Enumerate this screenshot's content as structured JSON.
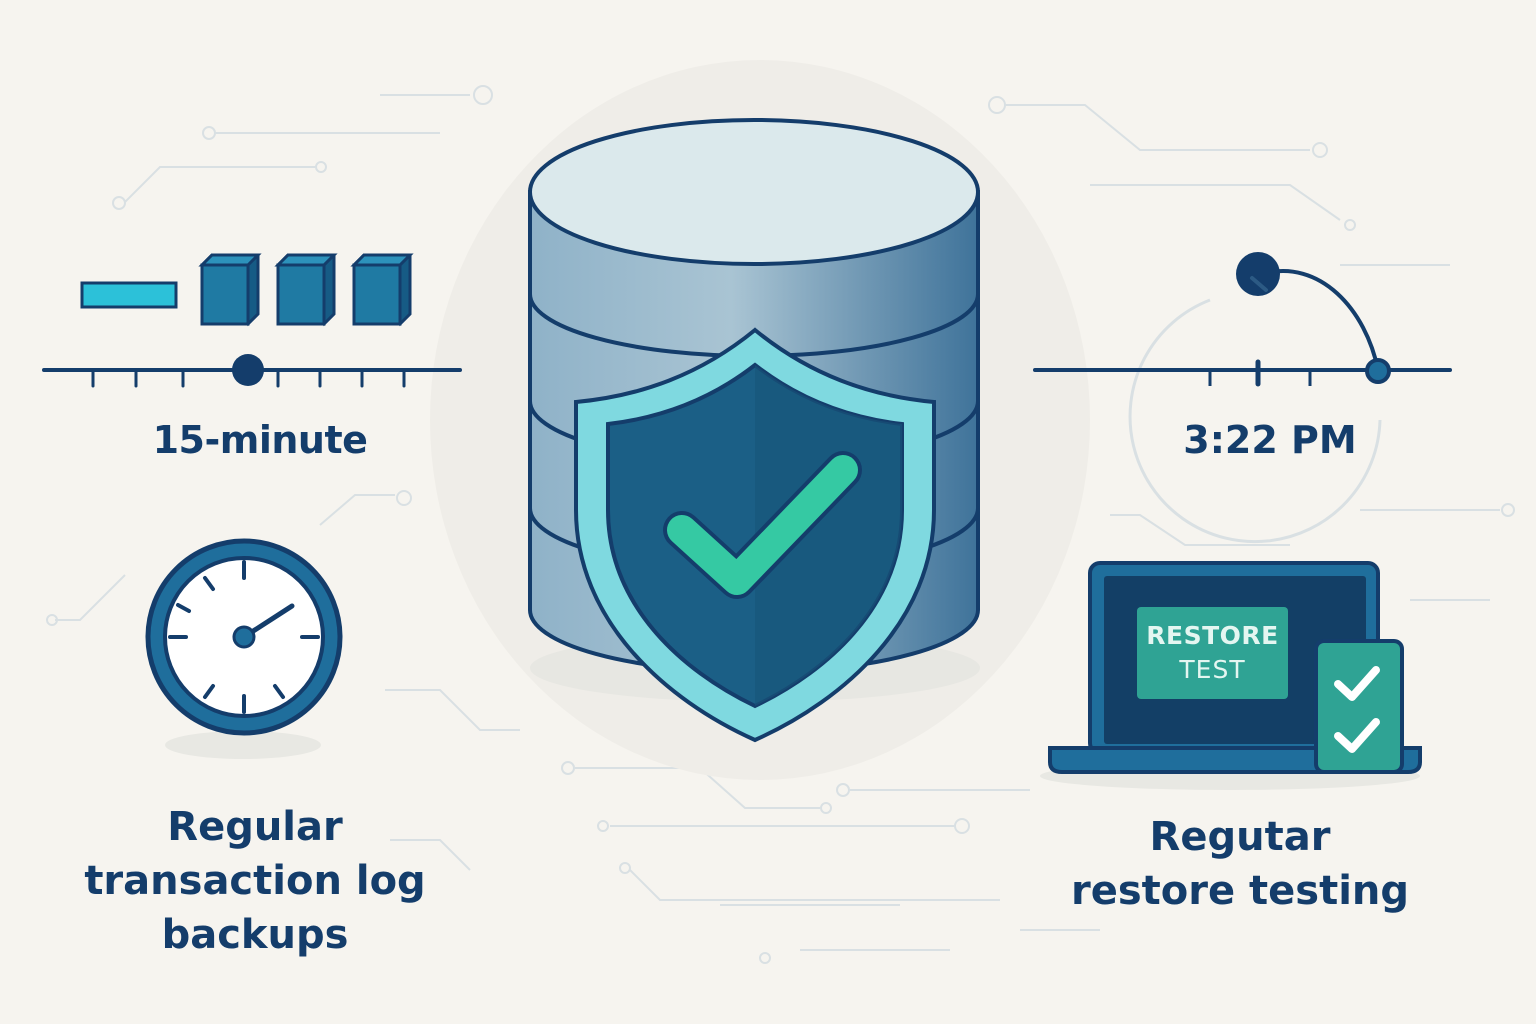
{
  "left_panel": {
    "interval_label": "15-minute",
    "caption_lines": [
      "Regular",
      "transaction log",
      "backups"
    ]
  },
  "right_panel": {
    "time_label": "3:22 PM",
    "screen_badge_lines": [
      "RESTORE",
      "TEST"
    ],
    "caption_lines": [
      "Regutar",
      "restore testing"
    ]
  },
  "colors": {
    "background": "#f6f4ef",
    "navy": "#143d6b",
    "cylinder_fill": "#7fa7bf",
    "cylinder_top": "#dbe9ec",
    "shield_outer": "#7fd9e0",
    "shield_inner": "#1b5f86",
    "check_green": "#35c9a3",
    "teal_badge": "#2fa394",
    "block_blue": "#1f7aa3",
    "bar_cyan": "#2cc1d9"
  },
  "icons": [
    "database-icon",
    "shield-check-icon",
    "clock-icon",
    "laptop-icon",
    "checklist-phone-icon",
    "timeline-icon",
    "backup-block-icon"
  ]
}
